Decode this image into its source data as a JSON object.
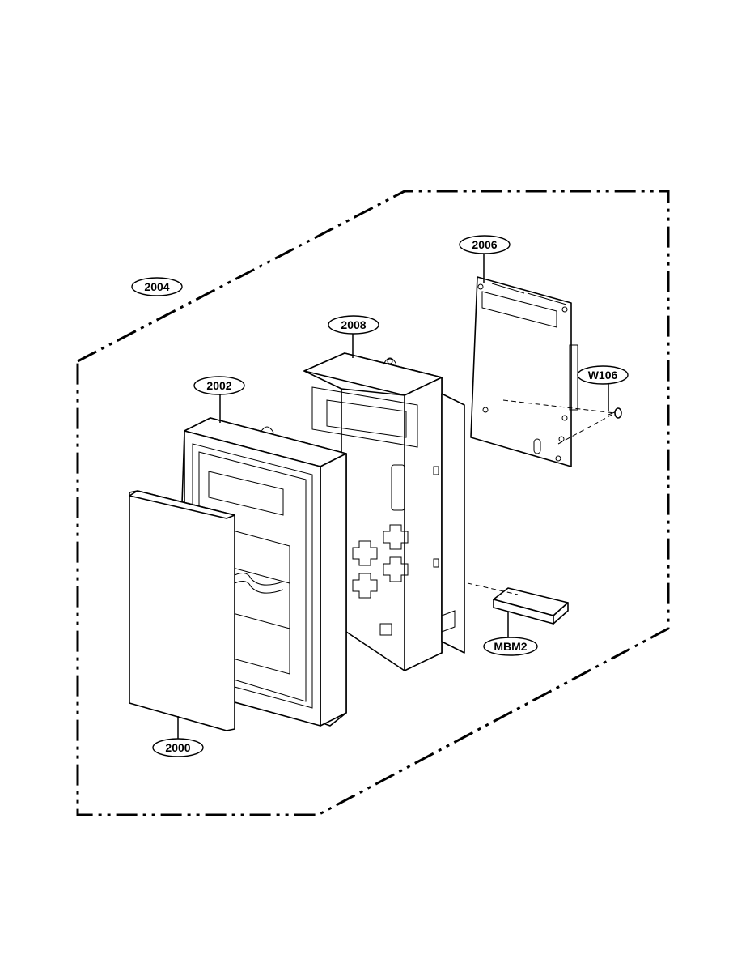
{
  "callouts": {
    "assembly": "2004",
    "pcb": "2006",
    "bracket": "2008",
    "frame": "2002",
    "screw": "W106",
    "module": "MBM2",
    "panel": "2000"
  }
}
